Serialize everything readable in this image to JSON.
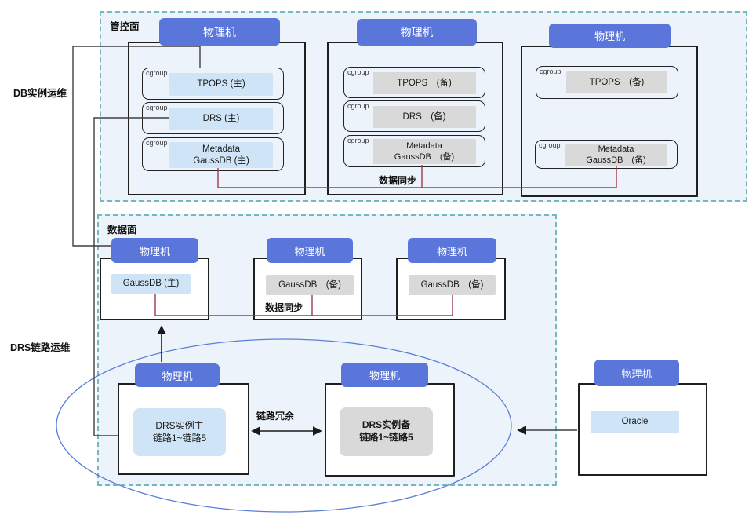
{
  "colors": {
    "header_blue": "#5b76da",
    "light_blue": "#cfe5f7",
    "gray_box": "#d9d9d9",
    "panel_bg": "#edf3fb",
    "panel_border": "#74b9bd",
    "box_border": "#1f1f1f",
    "sync_red": "#9e3a47",
    "ellipse_blue": "#5b7fd8",
    "connector_dark": "#3f3f3f"
  },
  "left_labels": {
    "db_ops": "DB实例运维",
    "drs_ops": "DRS链路运维"
  },
  "control_plane": {
    "title": "管控面",
    "sync_label": "数据同步",
    "machines": [
      {
        "header": "物理机",
        "cgroups": [
          {
            "tag": "cgroup",
            "line1": "TPOPS (主)"
          },
          {
            "tag": "cgroup",
            "line1": "DRS (主)"
          },
          {
            "tag": "cgroup",
            "line1": "Metadata",
            "line2": "GaussDB (主)"
          }
        ]
      },
      {
        "header": "物理机",
        "cgroups": [
          {
            "tag": "cgroup",
            "line1": "TPOPS　(备)"
          },
          {
            "tag": "cgroup",
            "line1": "DRS　(备)"
          },
          {
            "tag": "cgroup",
            "line1": "Metadata",
            "line2": "GaussDB　(备)"
          }
        ]
      },
      {
        "header": "物理机",
        "cgroups": [
          {
            "tag": "cgroup",
            "line1": "TPOPS　(备)"
          },
          {
            "tag": "cgroup",
            "line1": "Metadata",
            "line2": "GaussDB　(备)"
          }
        ]
      }
    ]
  },
  "data_plane": {
    "title": "数据面",
    "sync_label": "数据同步",
    "machines": [
      {
        "header": "物理机",
        "label": "GaussDB (主)"
      },
      {
        "header": "物理机",
        "label": "GaussDB　(备)"
      },
      {
        "header": "物理机",
        "label": "GaussDB　(备)"
      }
    ]
  },
  "drs_link": {
    "redundancy_label": "链路冗余",
    "primary": {
      "header": "物理机",
      "line1": "DRS实例主",
      "line2": "链路1~链路5"
    },
    "standby": {
      "header": "物理机",
      "line1": "DRS实例备",
      "line2": "链路1~链路5"
    },
    "oracle": {
      "header": "物理机",
      "label": "Oracle"
    }
  }
}
